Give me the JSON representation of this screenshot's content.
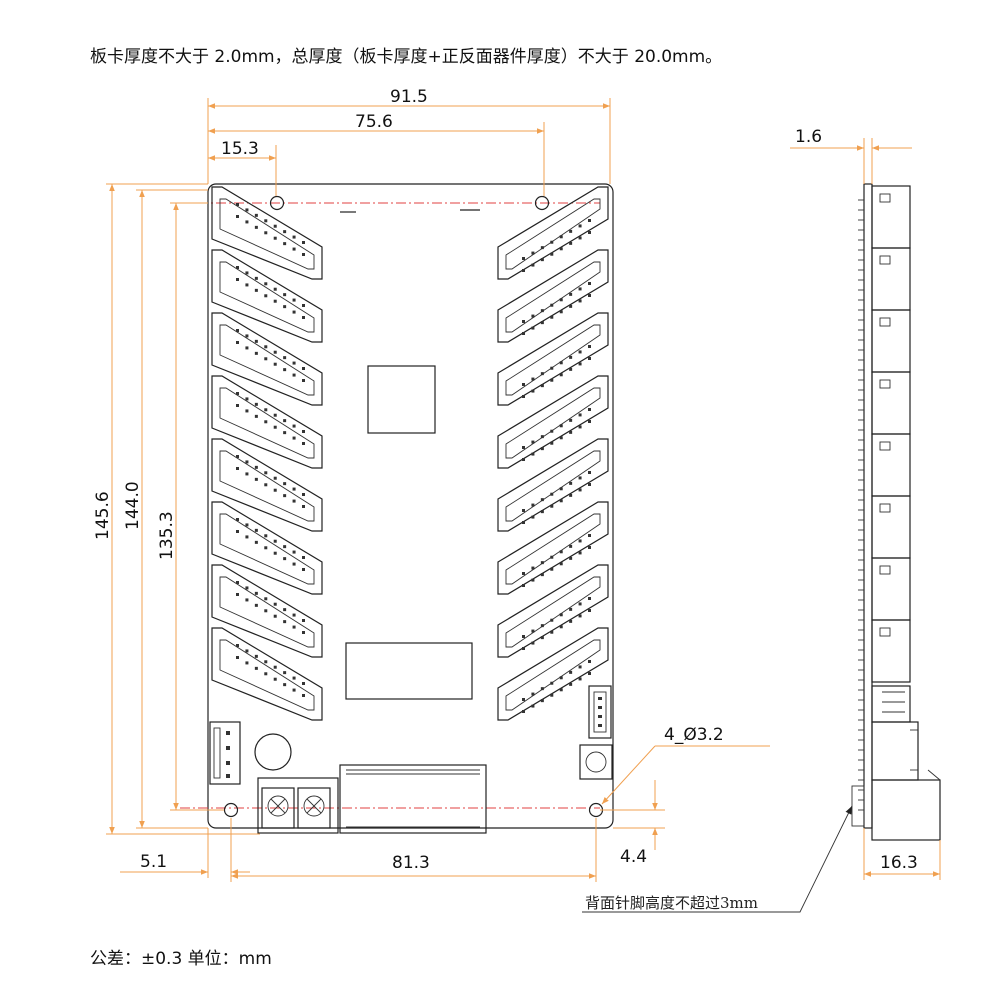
{
  "header_note": "板卡厚度不大于 2.0mm，总厚度（板卡厚度+正反面器件厚度）不大于 20.0mm。",
  "footer_note": "公差：±0.3  单位：mm",
  "dimensions": {
    "width_total": "91.5",
    "hole_spacing_x": "75.6",
    "hole_offset_x": "15.3",
    "height_total": "145.6",
    "height_board": "144.0",
    "hole_spacing_y": "135.3",
    "edge_offset_left": "5.1",
    "hole_spacing_bottom": "81.3",
    "edge_offset_bottom": "4.4",
    "hole_callout": "4_Ø3.2",
    "side_pcb_thickness": "1.6",
    "side_total_depth": "16.3"
  },
  "side_note": "背面针脚高度不超过3mm",
  "colors": {
    "dimension": "#f0a050",
    "centerline": "#e04040",
    "outline": "#222222"
  }
}
